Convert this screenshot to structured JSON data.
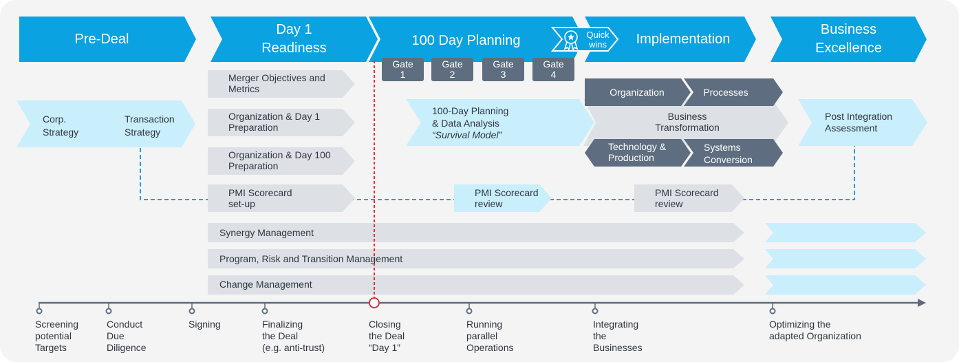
{
  "phases": {
    "pre_deal": "Pre-Deal",
    "day1_readiness": "Day 1\nReadiness",
    "planning_100": "100 Day Planning",
    "quick_wins": "Quick\nwins",
    "implementation": "Implementation",
    "business_excellence": "Business\nExcellence"
  },
  "gates": [
    "Gate\n1",
    "Gate\n2",
    "Gate\n3",
    "Gate\n4"
  ],
  "pre_deal_steps": {
    "corp_strategy": "Corp.\nStrategy",
    "transaction_strategy": "Transaction\nStrategy"
  },
  "day1_steps": {
    "merger_objectives": "Merger Objectives and\nMetrics",
    "org_day1": "Organization & Day 1\nPreparation",
    "org_day100": "Organization & Day 100\nPreparation",
    "pmi_setup": "PMI Scorecard\nset-up"
  },
  "planning": {
    "data_analysis_line1": "100-Day Planning",
    "data_analysis_line2": "& Data Analysis",
    "data_analysis_line3": "“Survival Model”",
    "pmi_review_1": "PMI Scorecard\nreview"
  },
  "implementation": {
    "organization": "Organization",
    "processes": "Processes",
    "business_transformation": "Business\nTransformation",
    "technology_production": "Technology &\nProduction",
    "systems_conversion": "Systems\nConversion",
    "pmi_review_2": "PMI Scorecard\nreview"
  },
  "excellence": {
    "post_integration": "Post Integration\nAssessment"
  },
  "streams": {
    "synergy": "Synergy Management",
    "program_risk": "Program, Risk and Transition Management",
    "change": "Change Management"
  },
  "timeline": [
    "Screening\npotential\nTargets",
    "Conduct\nDue\nDiligence",
    "Signing",
    "Finalizing\nthe Deal\n(e.g. anti-trust)",
    "Closing\nthe Deal\n“Day 1”",
    "Running\nparallel\nOperations",
    "Integrating\nthe\nBusinesses",
    "Optimizing the\nadapted Organization"
  ],
  "colors": {
    "phase_blue": "#0aa2e0",
    "light_blue": "#c9eefc",
    "slate": "#5e6d7f",
    "grey": "#dde1e6",
    "closing_red": "#e0303a",
    "dashed_blue": "#1ea0dc",
    "timeline": "#5c6b7c"
  },
  "icons": {
    "quick_wins": "award-ribbon-icon"
  }
}
